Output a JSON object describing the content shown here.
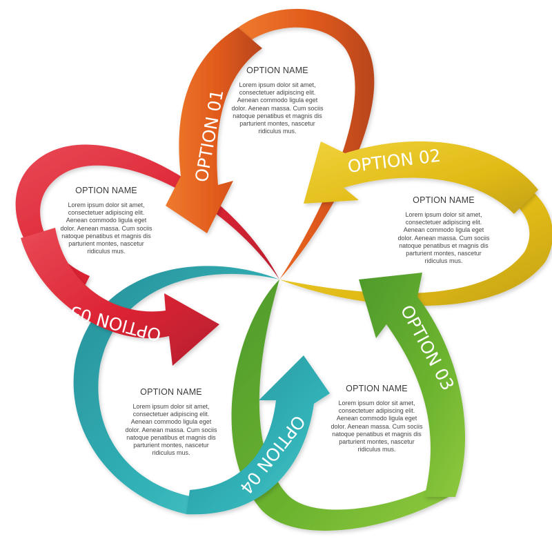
{
  "diagram": {
    "colors": {
      "option01": "#e5611f",
      "option02": "#e3c019",
      "option03": "#6fb530",
      "option04": "#2fb2b6",
      "option05": "#dc2333",
      "background": "#ffffff"
    },
    "ribbons": [
      {
        "id": "option01",
        "label": "OPTION 01"
      },
      {
        "id": "option02",
        "label": "OPTION 02"
      },
      {
        "id": "option03",
        "label": "OPTION 03"
      },
      {
        "id": "option04",
        "label": "OPTION 04"
      },
      {
        "id": "option05",
        "label": "OPTION 05"
      }
    ],
    "blocks": [
      {
        "name": "OPTION NAME",
        "text": "Lorem ipsum dolor sit amet,\nconsectetuer adipiscing elit.\nAenean commodo ligula eget\ndolor. Aenean massa. Cum sociis\nnatoque penatibus et magnis dis\nparturient montes, nascetur\nridiculus mus."
      },
      {
        "name": "OPTION NAME",
        "text": "Lorem ipsum dolor sit amet,\nconsectetuer adipiscing elit.\nAenean commodo ligula eget\ndolor. Aenean massa. Cum sociis\nnatoque penatibus et magnis dis\nparturient montes, nascetur\nridiculus mus."
      },
      {
        "name": "OPTION NAME",
        "text": "Lorem ipsum dolor sit amet,\nconsectetuer adipiscing elit.\nAenean commodo ligula eget\ndolor. Aenean massa. Cum sociis\nnatoque penatibus et magnis dis\nparturient montes, nascetur\nridiculus mus."
      },
      {
        "name": "OPTION NAME",
        "text": "Lorem ipsum dolor sit amet,\nconsectetuer adipiscing elit.\nAenean commodo ligula eget\ndolor. Aenean massa. Cum sociis\nnatoque penatibus et magnis dis\nparturient montes, nascetur\nridiculus mus."
      },
      {
        "name": "OPTION NAME",
        "text": "Lorem ipsum dolor sit amet,\nconsectetuer adipiscing elit.\nAenean commodo ligula eget\ndolor. Aenean massa. Cum sociis\nnatoque penatibus et magnis dis\nparturient montes, nascetur\nridiculus mus."
      }
    ]
  }
}
